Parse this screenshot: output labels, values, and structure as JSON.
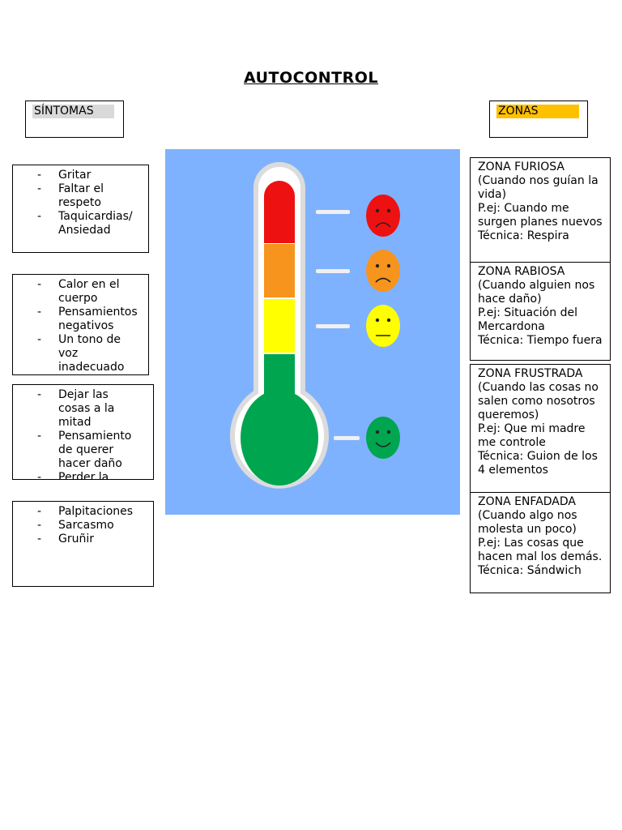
{
  "title": "AUTOCONTROL",
  "headers": {
    "symptoms": "SÍNTOMAS",
    "zones": "ZONAS",
    "symptoms_bg": "#d9d9d9",
    "zones_bg": "#ffc000"
  },
  "symptoms": [
    {
      "items": [
        "Gritar",
        "Faltar el respeto",
        "Taquicardias/ Ansiedad"
      ]
    },
    {
      "items": [
        "Calor en el cuerpo",
        "Pensamientos negativos",
        "Un tono de voz inadecuado"
      ]
    },
    {
      "items": [
        "Dejar las cosas a la mitad",
        "Pensamiento de querer hacer daño",
        "Perder la"
      ]
    },
    {
      "items": [
        "Palpitaciones",
        "Sarcasmo",
        "Gruñir"
      ]
    }
  ],
  "zones": [
    {
      "name": "ZONA FURIOSA",
      "when": "(Cuando nos guían la vida)",
      "example": "P.ej: Cuando me surgen planes nuevos",
      "technique": "Técnica: Respira"
    },
    {
      "name": "ZONA RABIOSA",
      "when": "(Cuando alguien nos hace daño)",
      "example": "P.ej: Situación del Mercardona",
      "technique": "Técnica: Tiempo fuera"
    },
    {
      "name": "ZONA FRUSTRADA",
      "when": "(Cuando las cosas no salen como nosotros queremos)",
      "example": "P.ej: Que mi madre me controle",
      "technique": "Técnica: Guion de los 4 elementos"
    },
    {
      "name": "ZONA ENFADADA",
      "when": "(Cuando algo nos molesta un poco)",
      "example": "P.ej: Las cosas que hacen mal los demás.",
      "technique": "Técnica: Sándwich"
    }
  ],
  "thermometer": {
    "background": "#7fb2fe",
    "levels": [
      {
        "color": "#ee1111",
        "face": "angry",
        "face_color": "#ee1111"
      },
      {
        "color": "#f7941d",
        "face": "sad",
        "face_color": "#f7941d"
      },
      {
        "color": "#ffff00",
        "face": "neutral",
        "face_color": "#ffff00"
      },
      {
        "color": "#00a550",
        "face": "happy",
        "face_color": "#00a550"
      }
    ]
  }
}
